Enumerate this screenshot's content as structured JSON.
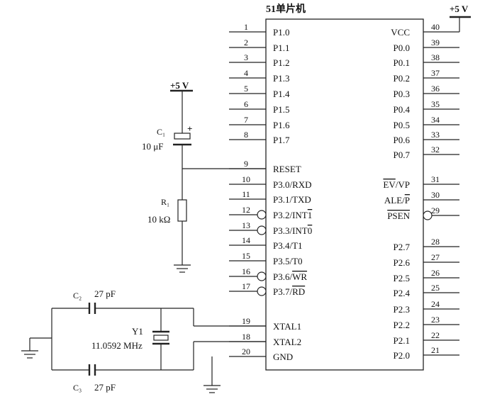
{
  "chip": {
    "title": "51单片机"
  },
  "power": {
    "label": "+5 V"
  },
  "left_pins": [
    {
      "num": "1",
      "name": "P1.0"
    },
    {
      "num": "2",
      "name": "P1.1"
    },
    {
      "num": "3",
      "name": "P1.2"
    },
    {
      "num": "4",
      "name": "P1.3"
    },
    {
      "num": "5",
      "name": "P1.4"
    },
    {
      "num": "6",
      "name": "P1.5"
    },
    {
      "num": "7",
      "name": "P1.6"
    },
    {
      "num": "8",
      "name": "P1.7"
    },
    {
      "num": "9",
      "name": "RESET"
    },
    {
      "num": "10",
      "name": "P3.0/RXD"
    },
    {
      "num": "11",
      "name": "P3.1/TXD"
    },
    {
      "num": "12",
      "name": "P3.2/INT1",
      "bubble": true
    },
    {
      "num": "13",
      "name": "P3.3/INT0",
      "bubble": true
    },
    {
      "num": "14",
      "name": "P3.4/T1"
    },
    {
      "num": "15",
      "name": "P3.5/T0"
    },
    {
      "num": "16",
      "name": "P3.6/WR",
      "bubble": true
    },
    {
      "num": "17",
      "name": "P3.7/RD",
      "bubble": true
    },
    {
      "num": "19",
      "name": "XTAL1"
    },
    {
      "num": "18",
      "name": "XTAL2"
    },
    {
      "num": "20",
      "name": "GND"
    }
  ],
  "right_pins": [
    {
      "num": "40",
      "name": "VCC"
    },
    {
      "num": "39",
      "name": "P0.0"
    },
    {
      "num": "38",
      "name": "P0.1"
    },
    {
      "num": "37",
      "name": "P0.2"
    },
    {
      "num": "36",
      "name": "P0.3"
    },
    {
      "num": "35",
      "name": "P0.4"
    },
    {
      "num": "34",
      "name": "P0.5"
    },
    {
      "num": "33",
      "name": "P0.6"
    },
    {
      "num": "32",
      "name": "P0.7"
    },
    {
      "num": "31",
      "name": "EV/VP"
    },
    {
      "num": "30",
      "name": "ALE/P"
    },
    {
      "num": "29",
      "name": "PSEN",
      "bubble": true
    },
    {
      "num": "28",
      "name": "P2.7"
    },
    {
      "num": "27",
      "name": "P2.6"
    },
    {
      "num": "26",
      "name": "P2.5"
    },
    {
      "num": "25",
      "name": "P2.4"
    },
    {
      "num": "24",
      "name": "P2.3"
    },
    {
      "num": "23",
      "name": "P2.2"
    },
    {
      "num": "22",
      "name": "P2.1"
    },
    {
      "num": "21",
      "name": "P2.0"
    }
  ],
  "components": {
    "c1": {
      "ref": "C₁",
      "value": "10 μF",
      "polarity": "+"
    },
    "r1": {
      "ref": "R₁",
      "value": "10 kΩ"
    },
    "c2": {
      "ref": "C₂",
      "value": "27 pF"
    },
    "c3": {
      "ref": "C₃",
      "value": "27 pF"
    },
    "y1": {
      "ref": "Y1",
      "value": "11.0592 MHz"
    }
  }
}
